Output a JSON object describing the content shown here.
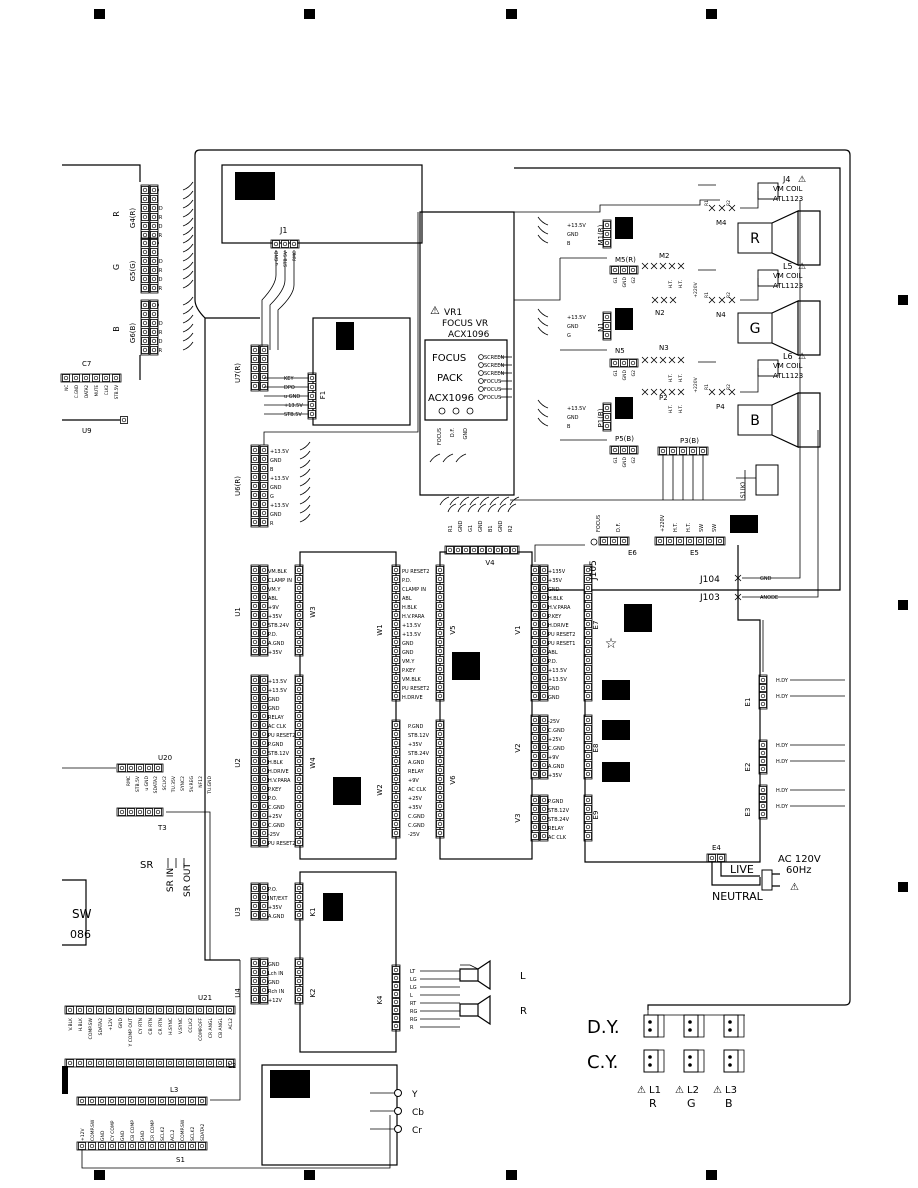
{
  "labels": {
    "connectors": {
      "J1": "J1",
      "J104": "J104",
      "J103": "J103",
      "J105": "J105",
      "U7": "U7(R)",
      "U6": "U6(R)",
      "U9": "U9",
      "U1": "U1",
      "U2": "U2",
      "U3": "U3",
      "U4": "U4",
      "U20": "U20",
      "U21": "U21",
      "T3": "T3",
      "L2": "L2",
      "L3": "L3",
      "S1": "S1",
      "C7": "C7",
      "W1": "W1",
      "W2": "W2",
      "W3": "W3",
      "W4": "W4",
      "V1": "V1",
      "V2": "V2",
      "V3": "V3",
      "V4": "V4",
      "V5": "V5",
      "V6": "V6",
      "K1": "K1",
      "K2": "K2",
      "K4": "K4",
      "F1": "F1",
      "G4": "G4(R)",
      "G5": "G5(G)",
      "G6": "G6(B)",
      "M1": "M1(R)",
      "M2": "M2",
      "M4": "M4",
      "M5": "M5(R)",
      "N1": "N1",
      "N2": "N2",
      "N3": "N3",
      "N4": "N4",
      "N5": "N5",
      "P1": "P1(B)",
      "P2": "P2",
      "P3": "P3(B)",
      "P4": "P4",
      "P5": "P5(B)",
      "E1": "E1",
      "E2": "E2",
      "E3": "E3",
      "E4": "E4",
      "E5": "E5",
      "E6": "E6",
      "E7": "E7",
      "E8": "E8",
      "E9": "E9",
      "J4": "J4",
      "L5": "L5",
      "L6": "L6",
      "S1K": "S1(K)"
    },
    "g_side": [
      "R",
      "G",
      "B"
    ],
    "g_pins": [
      "VD",
      "VR",
      "SHD",
      "SHR",
      "SVD",
      "SVR"
    ],
    "crt": [
      "R",
      "G",
      "B"
    ],
    "vm_coil": "VM COIL",
    "vm_part": "ATL1123",
    "vr1": "VR1",
    "focus_vr": "FOCUS VR",
    "acx1096": "ACX1096",
    "focus_pack_1": "FOCUS",
    "focus_pack_2": "PACK",
    "focus_pack_3": "ACX1096",
    "fp_pins": [
      "SCREEN",
      "SCREEN",
      "SCREEN",
      "FOCUS",
      "FOCUS",
      "FOCUS"
    ],
    "fp_bottom": [
      "FOCUS",
      "D.F.",
      "GND"
    ],
    "m1_pins": [
      "+13.5V",
      "GND",
      "B"
    ],
    "n1_pins": [
      "+13.5V",
      "GND",
      "G"
    ],
    "p1_pins": [
      "+13.5V",
      "GND",
      "B"
    ],
    "u7_pins": [
      "KEY",
      "DPO",
      "u GND",
      "+13.5V",
      "STB.5V"
    ],
    "j1_pins": [
      "u GND",
      "STB 5V",
      "RMC"
    ],
    "u6_pins": [
      "+13.5V",
      "GND",
      "B",
      "+13.5V",
      "GND",
      "G",
      "+13.5V",
      "GND",
      "R"
    ],
    "c7_pins": [
      "NC",
      "C.GND",
      "DATA2",
      "MUTE",
      "CLK2",
      "STB.5V"
    ],
    "u1_pins": [
      "VM.BLK",
      "CLAMP IN",
      "VM.Y",
      "ABL",
      "+9V",
      "+35V",
      "STB.24V",
      "P.D.",
      "A.GND",
      "+35V"
    ],
    "u2_pins": [
      "+13.5V",
      "+13.5V",
      "GND",
      "GND",
      "RELAY",
      "AC CLK",
      "PU RESET2",
      "P.GND",
      "STB.12V",
      "H.BLK",
      "H.DRIVE",
      "H.V.PARA",
      "P.KEY",
      "P.O.",
      "C.GND",
      "+25V",
      "C.GND",
      "-25V",
      "PU RESET2"
    ],
    "w1_pins": [
      "PU RESET2",
      "P.D.",
      "CLAMP IN",
      "ABL",
      "H.BLK",
      "H.V.PARA",
      "+13.5V",
      "+13.5V",
      "GND",
      "GND",
      "VM.Y",
      "P.KEY",
      "VM.BLK",
      "PU RESET2",
      "H.DRIVE"
    ],
    "v1_pins": [
      "+135V",
      "+35V",
      "GND",
      "H.BLK",
      "H.V.PARA",
      "P.KEY",
      "H.DRIVE",
      "PU RESET2",
      "PU RESET1",
      "ABL",
      "P.D.",
      "+13.5V",
      "+13.5V",
      "GND",
      "GND"
    ],
    "w2_pins": [
      "P.GND",
      "STB.12V",
      "+35V",
      "STB.24V",
      "A.GND",
      "RELAY",
      "+9V",
      "AC CLK",
      "+25V",
      "+35V",
      "C.GND",
      "C.GND",
      "-25V"
    ],
    "v2_pins": [
      "-25V",
      "C.GND",
      "+25V",
      "C.GND",
      "+9V",
      "A.GND",
      "+35V"
    ],
    "v3_pins": [
      "P.GND",
      "STB.12V",
      "STB.24V",
      "RELAY",
      "AC CLK"
    ],
    "v4_pins": [
      "R1",
      "GND",
      "G1",
      "GND",
      "B1",
      "GND",
      "R2"
    ],
    "u3_pins": [
      "P.O.",
      "INT/EXT",
      "+35V",
      "A.GND"
    ],
    "u4_pins": [
      "GND",
      "Lch IN",
      "GND",
      "Rch IN",
      "+12V"
    ],
    "k4_pins": [
      "LT",
      "LG",
      "LG",
      "L",
      "RT",
      "RG",
      "RG",
      "R"
    ],
    "speakers": [
      "L",
      "R"
    ],
    "u20_pins": [
      "RMC",
      "STB.5V",
      "u GND",
      "SDATA2",
      "SCLK2",
      "TU.35V",
      "SYNC2",
      "5V.REG",
      "NF12",
      "TU.GND"
    ],
    "sr": "SR",
    "sr_in": "SR IN",
    "sr_out": "SR OUT",
    "sw_partial": "SW",
    "num_partial": "086",
    "u21_pins": [
      "V.BLK",
      "H.BLK",
      "COMP.SW",
      "SDATA2",
      "+12V",
      "GND",
      "Y COMP OUT",
      "CY RTN",
      "CB RTN",
      "CR RTN",
      "H.SYNC",
      "V.SYNC",
      "CCLK2",
      "COMP.OFF",
      "CR ANGL",
      "CB ANGL",
      "ACL2"
    ],
    "s1_pins": [
      "+12V",
      "COMP.SW",
      "GND",
      "CY COMP",
      "GND",
      "CB COMP",
      "GND",
      "CR COMP",
      "SCLK2",
      "ACL2",
      "COMP.SW",
      "SCLK2",
      "SDATA2"
    ],
    "component": [
      "Y",
      "Cb",
      "Cr"
    ],
    "e5_pins": [
      "+220V",
      "H.T.",
      "H.T.",
      "SW",
      "SW"
    ],
    "e6_pins": [
      "FOCUS",
      "D.F."
    ],
    "j104_lbl": "GND",
    "j103_lbl": "ANODE",
    "hdy": "H.DY",
    "live": "LIVE",
    "neutral": "NEUTRAL",
    "ac_1": "AC 120V",
    "ac_2": "60Hz",
    "dy": "D.Y.",
    "cy": "C.Y.",
    "coils": [
      "L1",
      "L2",
      "L3"
    ],
    "coil_colors": [
      "R",
      "G",
      "B"
    ],
    "h_t": "H.T.",
    "m_pins": [
      "+220V",
      "GND",
      "H.T.",
      "H.T."
    ],
    "p220": "+220V",
    "r1": "R1",
    "r2": "R2"
  }
}
